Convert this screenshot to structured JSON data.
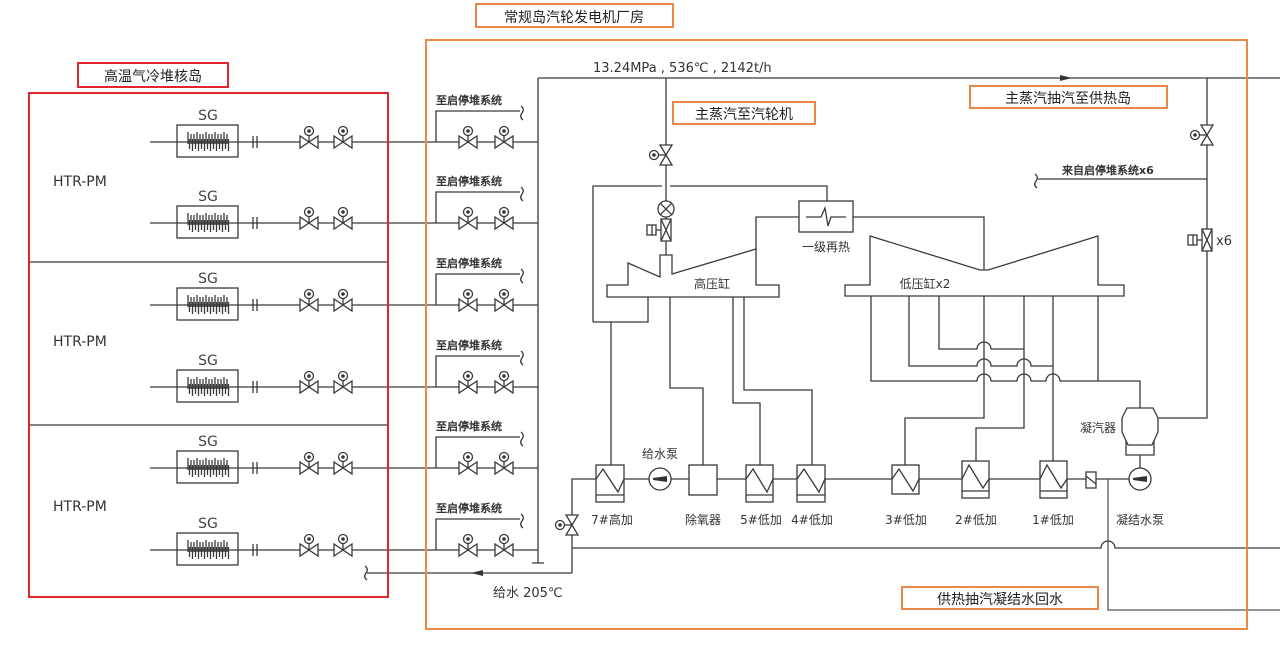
{
  "nuclear_island": {
    "title": "高温气冷堆核岛",
    "reactors": [
      {
        "label": "HTR-PM"
      },
      {
        "label": "HTR-PM"
      },
      {
        "label": "HTR-PM"
      }
    ],
    "steam_generators": [
      {
        "label": "SG"
      },
      {
        "label": "SG"
      },
      {
        "label": "SG"
      },
      {
        "label": "SG"
      },
      {
        "label": "SG"
      },
      {
        "label": "SG"
      }
    ]
  },
  "conventional_island": {
    "title": "常规岛汽轮发电机厂房",
    "main_steam_params": "13.24MPa , 536℃ , 2142t/h",
    "startup_shutdown_branches": [
      {
        "label": "至启停堆系统"
      },
      {
        "label": "至启停堆系统"
      },
      {
        "label": "至启停堆系统"
      },
      {
        "label": "至启停堆系统"
      },
      {
        "label": "至启停堆系统"
      },
      {
        "label": "至启停堆系统"
      }
    ],
    "from_startup_system_label": "来自启停堆系统x6",
    "valve_count_label": "x6",
    "feedwater_label": "给水 205℃"
  },
  "callouts": {
    "main_steam_to_turbine": "主蒸汽至汽轮机",
    "main_steam_extraction_to_heating": "主蒸汽抽汽至供热岛",
    "heating_condensate_return": "供热抽汽凝结水回水"
  },
  "components": {
    "hp_turbine": "高压缸",
    "lp_turbine": "低压缸x2",
    "reheater": "一级再热",
    "feed_pump": "给水泵",
    "deaerator": "除氧器",
    "condenser": "凝汽器",
    "condensate_pump": "凝结水泵",
    "heaters": [
      "7#高加",
      "5#低加",
      "4#低加",
      "3#低加",
      "2#低加",
      "1#低加"
    ]
  },
  "colors": {
    "nuclear_island_frame": "#e3262b",
    "conventional_island_frame": "#e8894a",
    "piping": "#3a3a3a"
  }
}
